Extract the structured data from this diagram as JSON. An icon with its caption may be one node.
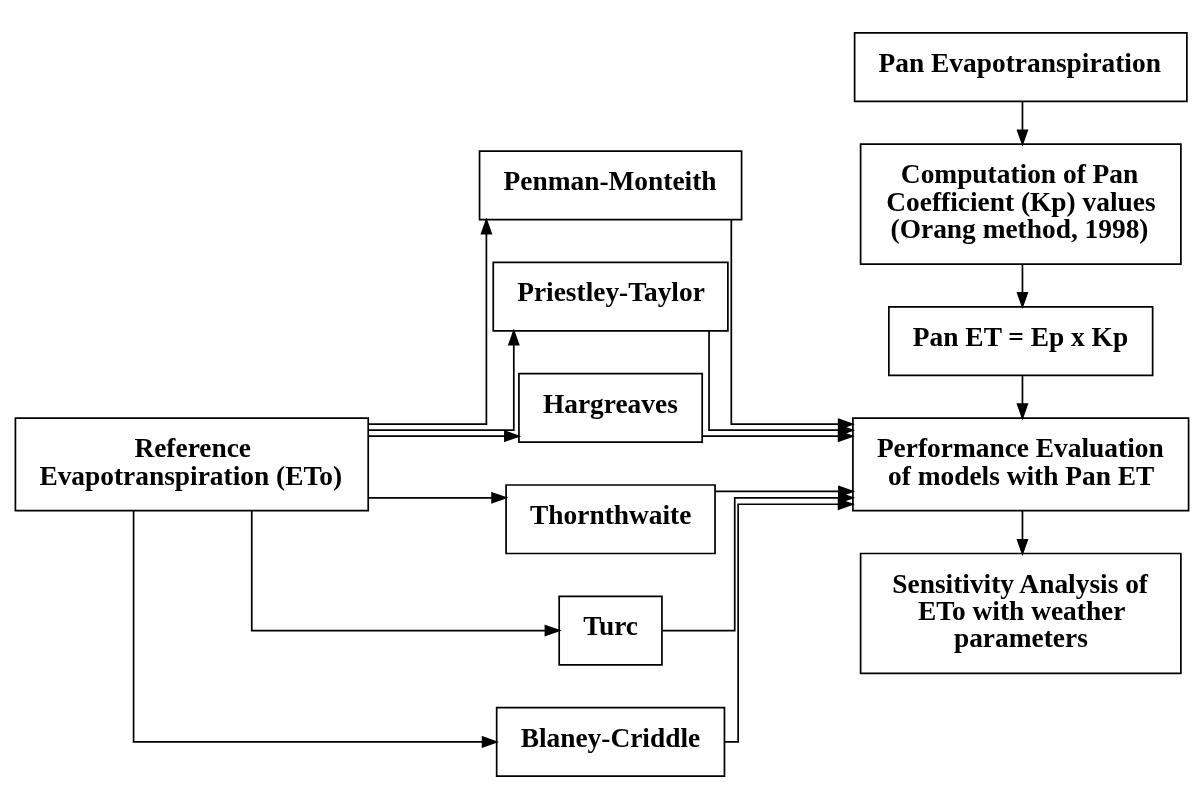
{
  "diagram": {
    "nodes": [
      {
        "text": [
          "Reference Evapotranspiration (ETo)"
        ]
      },
      {
        "text": [
          "Penman-Monteith"
        ]
      },
      {
        "text": [
          "Priestley-Taylor"
        ]
      },
      {
        "text": [
          "Hargreaves"
        ]
      },
      {
        "text": [
          "Thornthwaite"
        ]
      },
      {
        "text": [
          "Turc"
        ]
      },
      {
        "text": [
          "Blaney-Criddle"
        ]
      },
      {
        "text": [
          "Pan Evapotranspiration"
        ]
      },
      {
        "text": [
          "Computation of Pan Coefficient (Kp) values (Orang method, 1998)"
        ]
      },
      {
        "text": [
          "Pan ET = Ep x Kp"
        ]
      },
      {
        "text": [
          "Performance Evaluation of models with Pan ET"
        ]
      },
      {
        "text": [
          "Sensitivity Analysis of ETo with weather parameters"
        ]
      }
    ],
    "edges": [
      {
        "from": 0,
        "to": 1,
        "arrow": "to"
      },
      {
        "from": 0,
        "to": 2,
        "arrow": "to"
      },
      {
        "from": 0,
        "to": 3,
        "arrow": "to"
      },
      {
        "from": 0,
        "to": 4,
        "arrow": "to"
      },
      {
        "from": 0,
        "to": 5,
        "arrow": "to"
      },
      {
        "from": 0,
        "to": 6,
        "arrow": "to"
      },
      {
        "from": 1,
        "to": 10,
        "arrow": "to"
      },
      {
        "from": 2,
        "to": 10,
        "arrow": "to"
      },
      {
        "from": 3,
        "to": 10,
        "arrow": "to"
      },
      {
        "from": 4,
        "to": 10,
        "arrow": "to"
      },
      {
        "from": 5,
        "to": 10,
        "arrow": "to"
      },
      {
        "from": 6,
        "to": 10,
        "arrow": "to"
      },
      {
        "from": 7,
        "to": 8,
        "arrow": "to"
      },
      {
        "from": 8,
        "to": 9,
        "arrow": "to"
      },
      {
        "from": 9,
        "to": 10,
        "arrow": "to"
      },
      {
        "from": 10,
        "to": 11,
        "arrow": "to"
      }
    ]
  }
}
